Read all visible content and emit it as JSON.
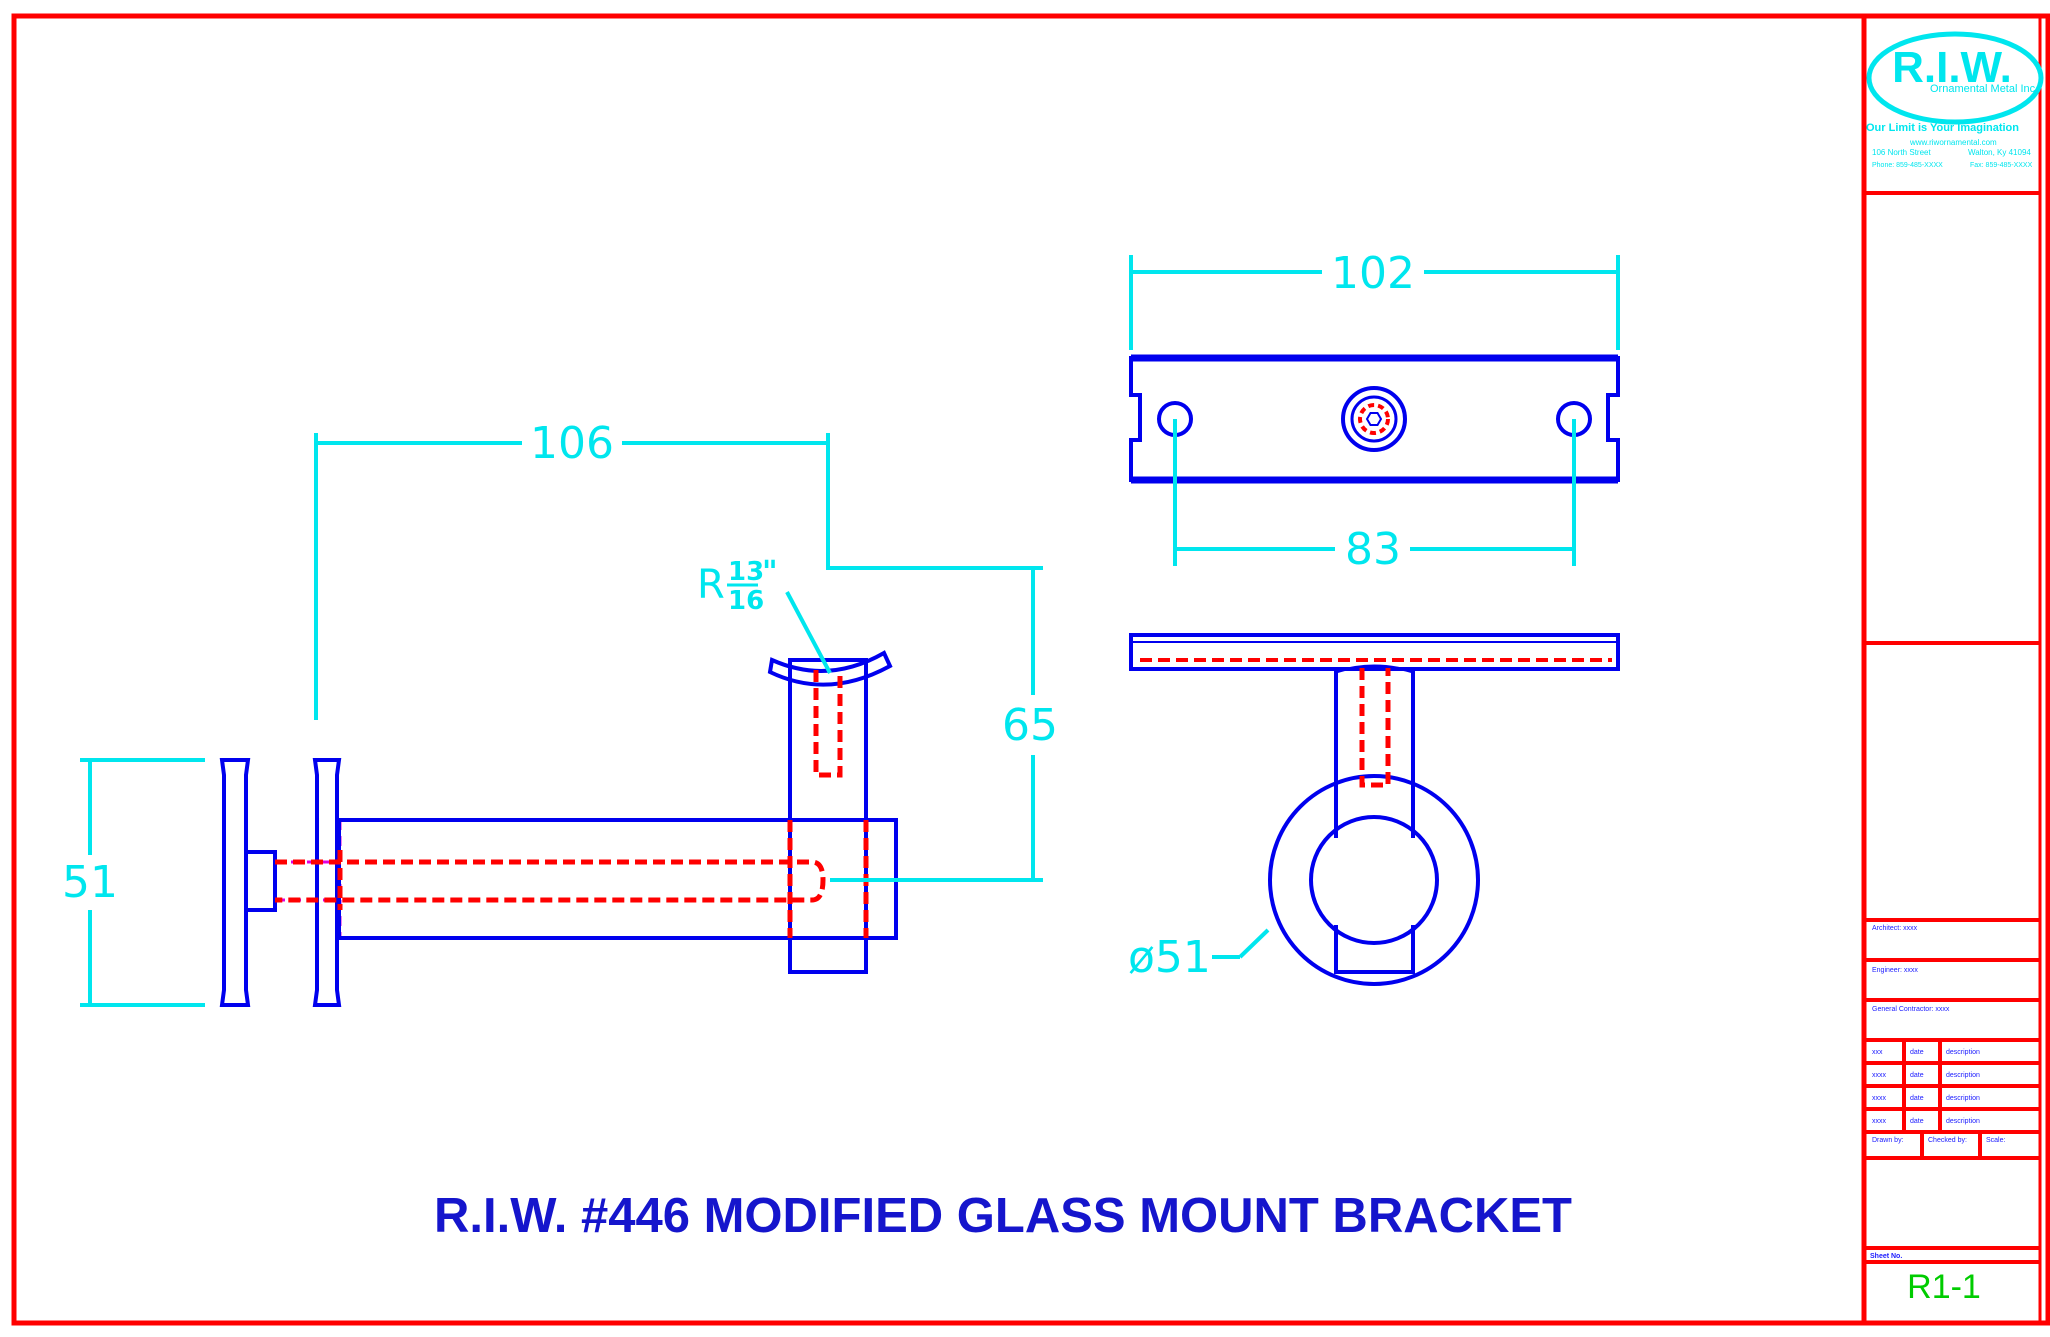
{
  "colors": {
    "frame": "#ff0000",
    "part_outline": "#0000ee",
    "dimension": "#00e6ee",
    "hidden_line": "#ff0000",
    "phantom_line": "#e000e0",
    "title_text": "#1515cc",
    "sheet_number": "#00cc00"
  },
  "title": "R.I.W. #446 MODIFIED GLASS MOUNT BRACKET",
  "logo": {
    "mark": "R.I.W.",
    "company": "Ornamental Metal Inc.",
    "slogan": "Our Limit is Your Imagination",
    "website": "www.riwornamental.com",
    "address_street": "106 North Street",
    "address_city": "Walton, Ky 41094",
    "phone": "Phone: 859-485-XXXX",
    "fax": "Fax: 859-485-XXXX"
  },
  "dimensions": {
    "side_height": "51",
    "side_length": "106",
    "side_rise": "65",
    "radius_prefix": "R",
    "radius_numerator": "13",
    "radius_denominator": "16",
    "radius_mark": "\"",
    "top_overall": "102",
    "top_holes": "83",
    "front_diameter": "ø51"
  },
  "title_block": {
    "architect": "Architect: xxxx",
    "engineer": "Engineer: xxxx",
    "general_contractor": "General Contractor: xxxx",
    "rev_rows": [
      {
        "a": "xxx",
        "b": "date",
        "c": "description"
      },
      {
        "a": "xxxx",
        "b": "date",
        "c": "description"
      },
      {
        "a": "xxxx",
        "b": "date",
        "c": "description"
      },
      {
        "a": "xxxx",
        "b": "date",
        "c": "description"
      }
    ],
    "drawn_by": "Drawn by:",
    "checked_by": "Checked by:",
    "scale": "Scale:",
    "sheet_label": "Sheet No.",
    "sheet_number": "R1-1"
  }
}
